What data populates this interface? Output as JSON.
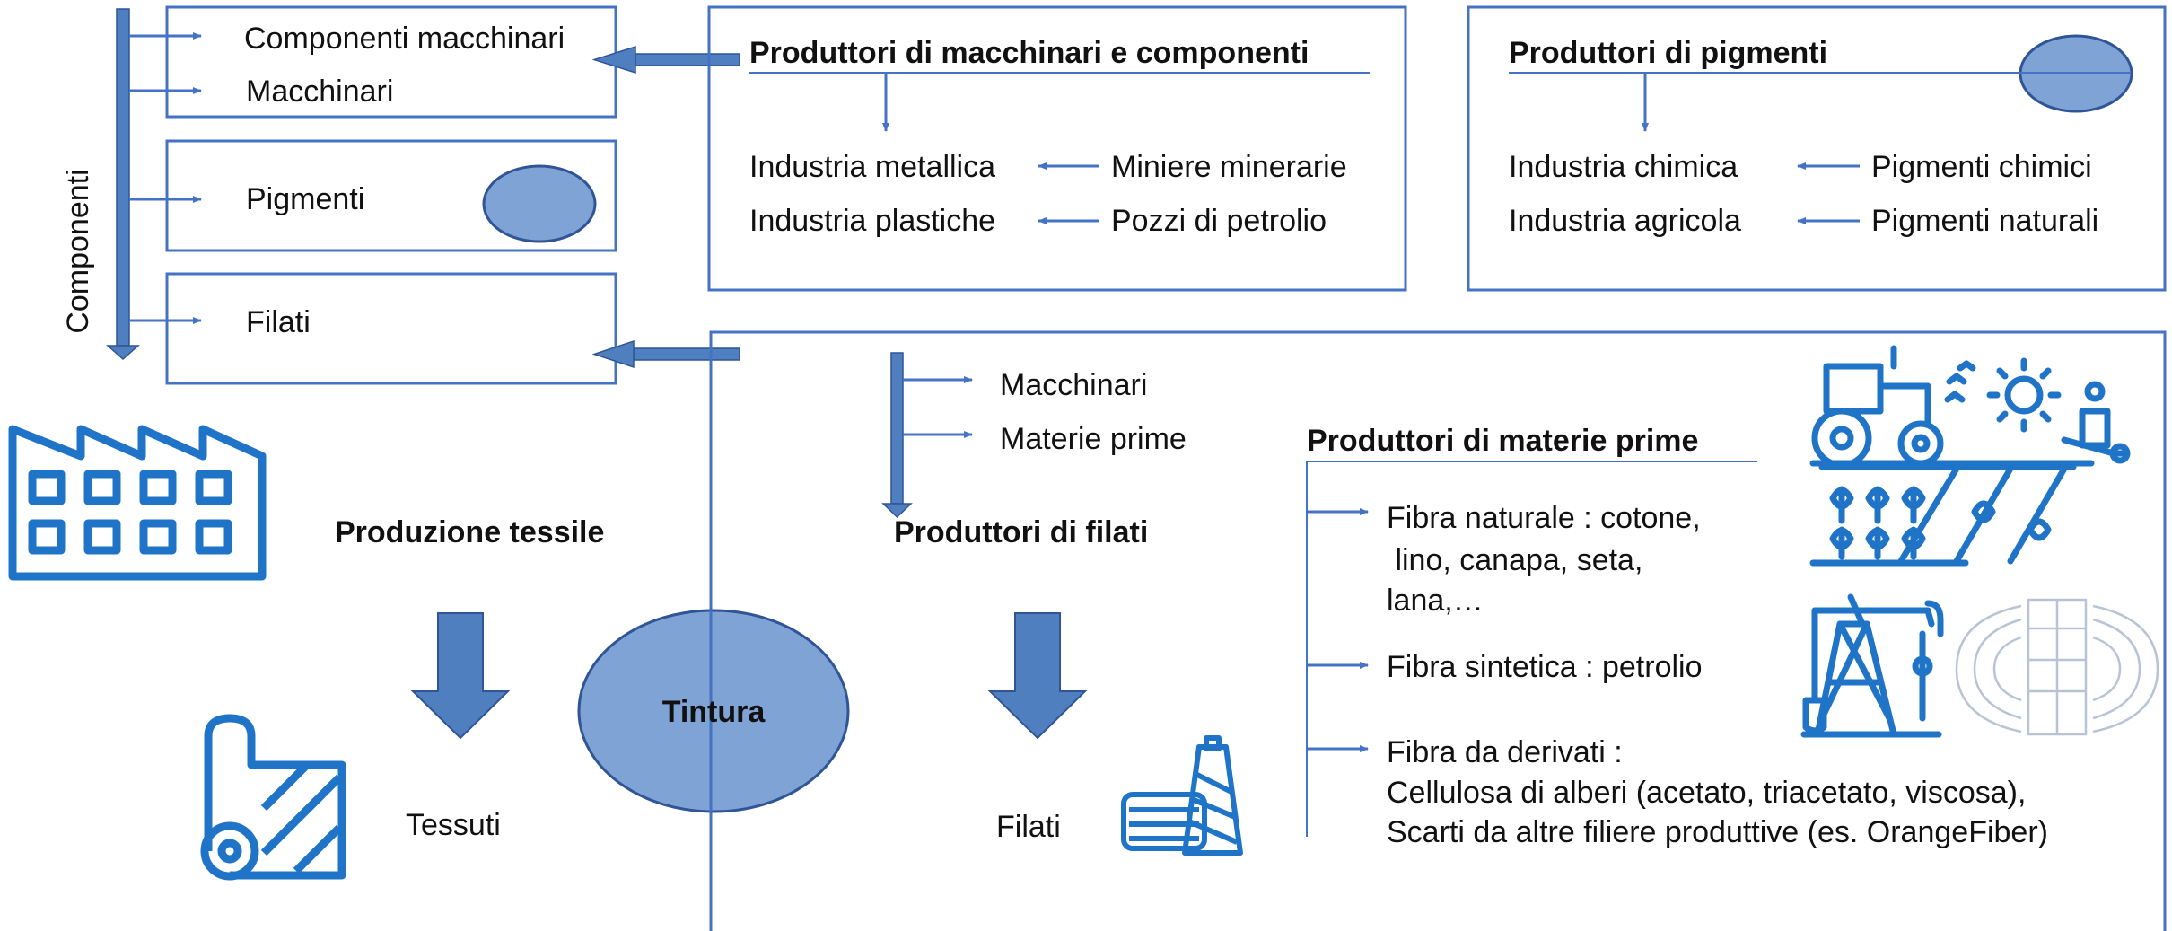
{
  "colors": {
    "stroke": "#4472C4",
    "fill": "#4F7FBF",
    "ellipse_fill": "#7EA3D4",
    "ellipse_stroke": "#2F5597",
    "icon": "#1F74C8",
    "text": "#111111"
  },
  "left": {
    "vertical_label": "Componenti",
    "boxes": {
      "box1": [
        "Componenti macchinari",
        "Macchinari"
      ],
      "box2": "Pigmenti",
      "box3": "Filati"
    },
    "section_title": "Produzione tessile",
    "output": "Tessuti"
  },
  "machinery_box": {
    "title": "Produttori di macchinari e componenti",
    "rows": [
      {
        "target": "Industria metallica",
        "source": "Miniere minerarie"
      },
      {
        "target": "Industria plastiche",
        "source": "Pozzi di petrolio"
      }
    ]
  },
  "pigments_box": {
    "title": "Produttori di pigmenti",
    "rows": [
      {
        "target": "Industria chimica",
        "source": "Pigmenti chimici"
      },
      {
        "target": "Industria agricola",
        "source": "Pigmenti naturali"
      }
    ]
  },
  "center": {
    "dye_label": "Tintura",
    "inputs": [
      "Macchinari",
      "Materie prime"
    ],
    "yarn_title": "Produttori di filati",
    "yarn_output": "Filati"
  },
  "raw_materials": {
    "title": "Produttori di materie prime",
    "items": [
      [
        "Fibra naturale : cotone,",
        " lino, canapa, seta,",
        "lana,…"
      ],
      [
        "Fibra sintetica : petrolio"
      ],
      [
        "Fibra da derivati :",
        "Cellulosa di alberi (acetato, triacetato, viscosa),",
        "Scarti da altre filiere produttive (es. OrangeFiber)"
      ]
    ]
  },
  "icons": [
    "factory-icon",
    "fabric-roll-icon",
    "yarn-spool-icon",
    "tractor-farm-icon",
    "oil-pump-icon",
    "fiber-panel-icon"
  ]
}
